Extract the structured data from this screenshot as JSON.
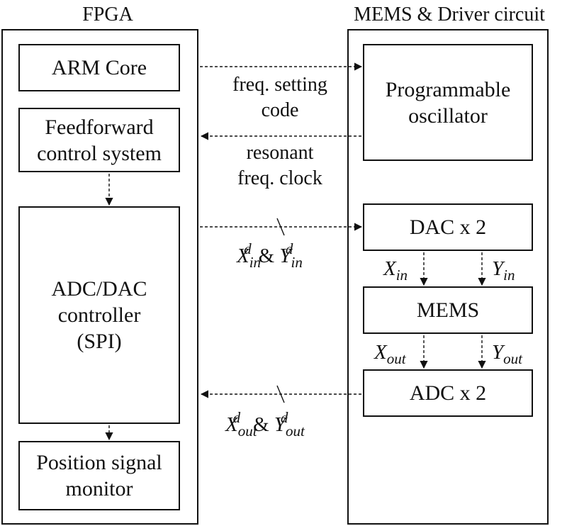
{
  "headings": {
    "fpga": "FPGA",
    "mems_driver": "MEMS & Driver circuit"
  },
  "fpga_blocks": {
    "arm_core": "ARM Core",
    "feedforward_line1": "Feedforward",
    "feedforward_line2": "control system",
    "adc_dac_line1": "ADC/DAC",
    "adc_dac_line2": "controller",
    "adc_dac_line3": "(SPI)",
    "position_line1": "Position signal",
    "position_line2": "monitor"
  },
  "driver_blocks": {
    "oscillator_line1": "Programmable",
    "oscillator_line2": "oscillator",
    "dac": "DAC x 2",
    "mems": "MEMS",
    "adc": "ADC x 2"
  },
  "signals": {
    "freq_setting_line1": "freq. setting",
    "freq_setting_line2": "code",
    "resonant_line1": "resonant",
    "resonant_line2": "freq. clock",
    "x_in_d": {
      "base": "X",
      "sub": "in",
      "sup": "d"
    },
    "y_in_d": {
      "base": "Y",
      "sub": "in",
      "sup": "d"
    },
    "x_out_d": {
      "base": "X",
      "sub": "out",
      "sup": "d"
    },
    "y_out_d": {
      "base": "Y",
      "sub": "out",
      "sup": "d"
    },
    "ampersand": "&",
    "x_in": {
      "base": "X",
      "sub": "in"
    },
    "y_in": {
      "base": "Y",
      "sub": "in"
    },
    "x_out": {
      "base": "X",
      "sub": "out"
    },
    "y_out": {
      "base": "Y",
      "sub": "out"
    }
  }
}
